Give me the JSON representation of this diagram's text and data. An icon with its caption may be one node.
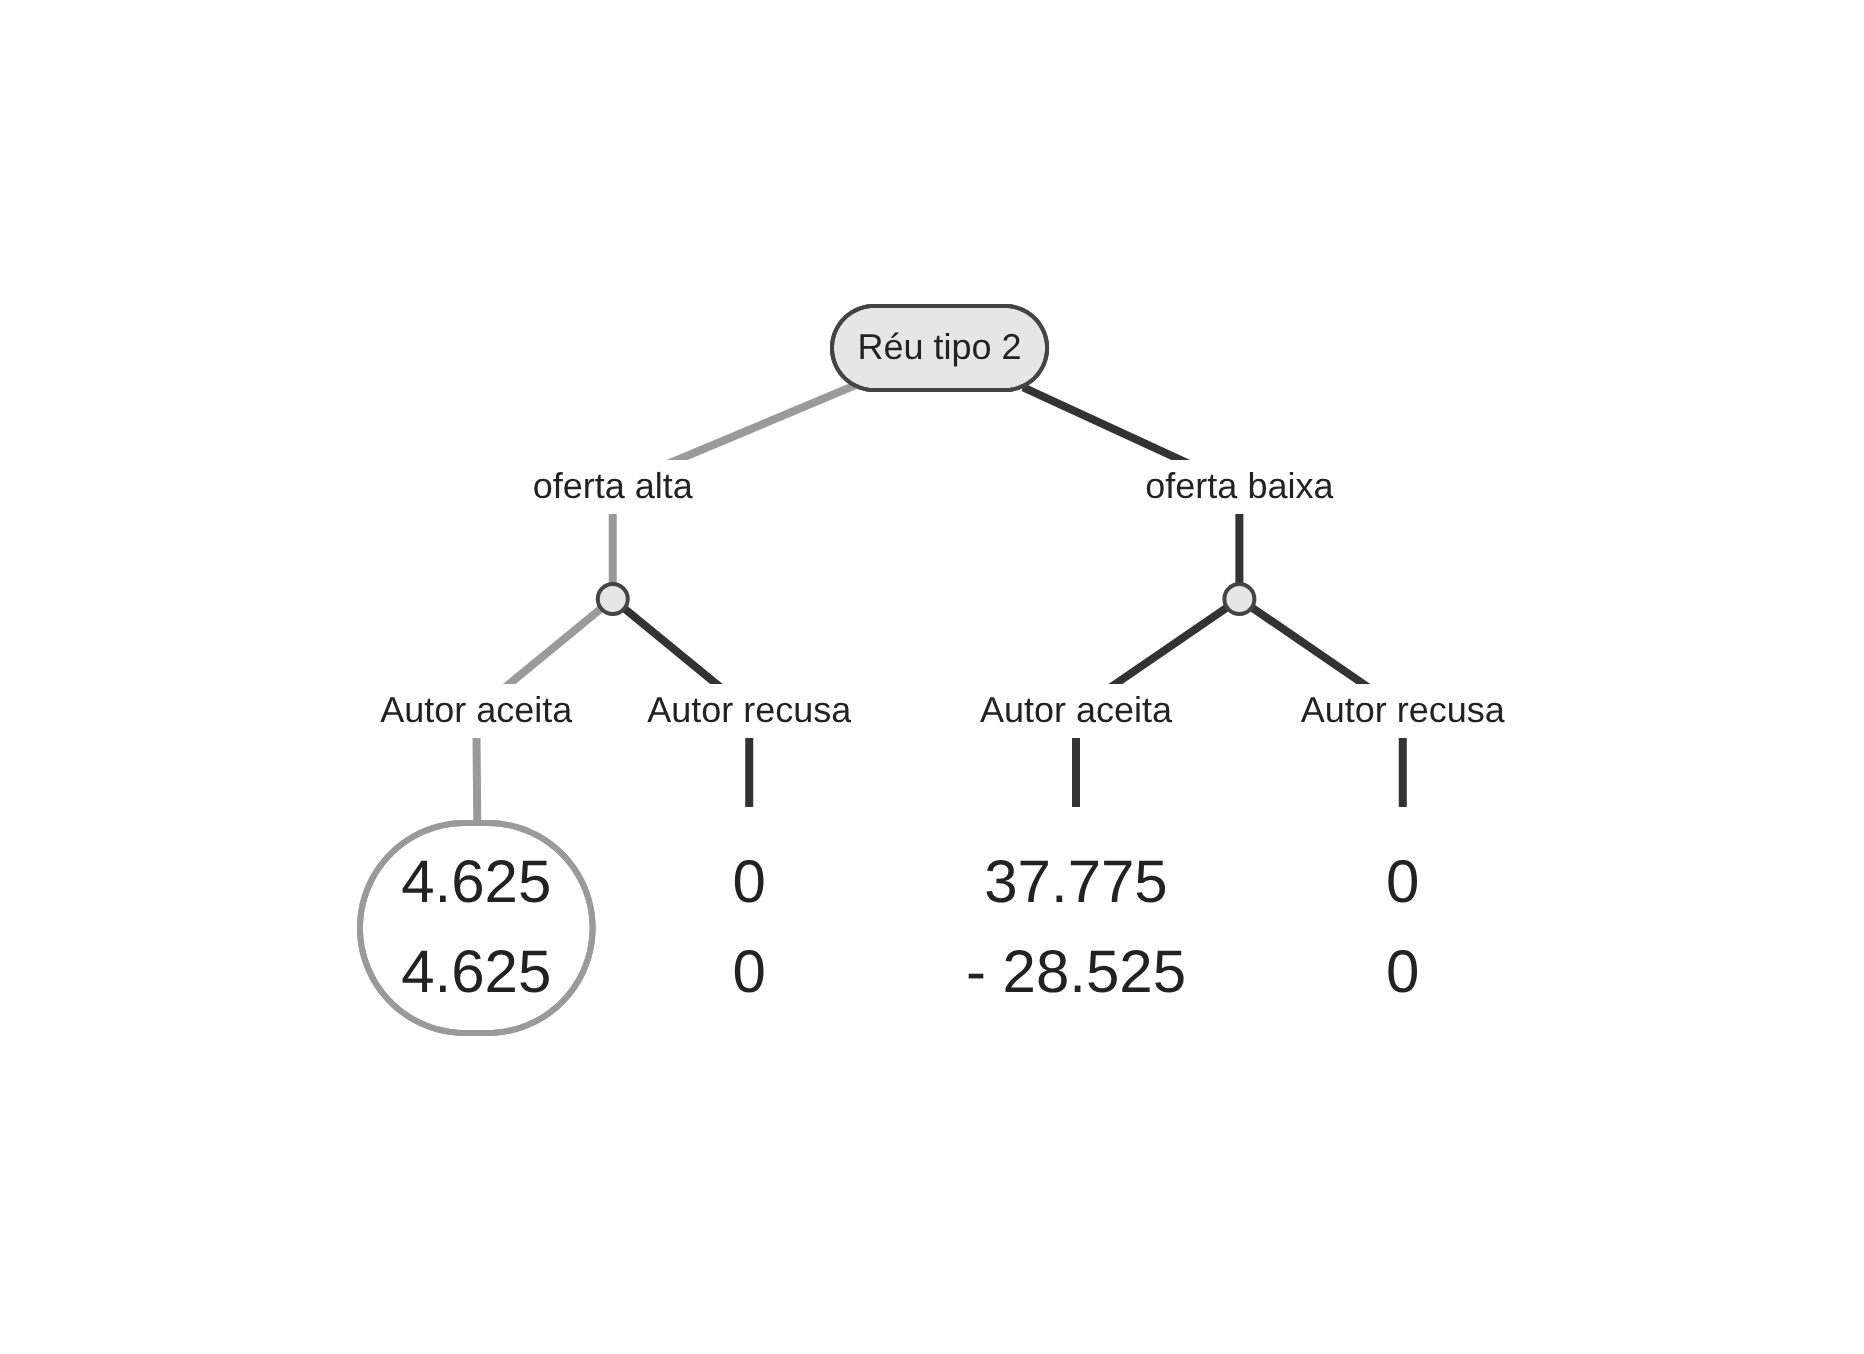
{
  "diagram": {
    "nodes": [
      {
        "text": [
          "Réu tipo 2"
        ]
      },
      {
        "text": [],
        "shape": "circle"
      },
      {
        "text": [],
        "shape": "circle"
      },
      {
        "text": [
          "4.625",
          "4.625"
        ]
      },
      {
        "text": [
          "0",
          "0"
        ]
      },
      {
        "text": [
          "37.775",
          "- 28.525"
        ]
      },
      {
        "text": [
          "0",
          "0"
        ]
      }
    ],
    "edges": [
      {
        "from": 0,
        "to": 1,
        "arrow": "none",
        "label": "oferta alta",
        "color": "#9a9a9a"
      },
      {
        "from": 0,
        "to": 2,
        "arrow": "none",
        "label": "oferta baixa"
      },
      {
        "from": 1,
        "to": 3,
        "arrow": "none",
        "label": "Autor aceita",
        "color": "#9a9a9a"
      },
      {
        "from": 1,
        "to": 4,
        "arrow": "none",
        "label": "Autor recusa"
      },
      {
        "from": 2,
        "to": 5,
        "arrow": "none",
        "label": "Autor aceita"
      },
      {
        "from": 2,
        "to": 6,
        "arrow": "none",
        "label": "Autor recusa"
      }
    ]
  }
}
